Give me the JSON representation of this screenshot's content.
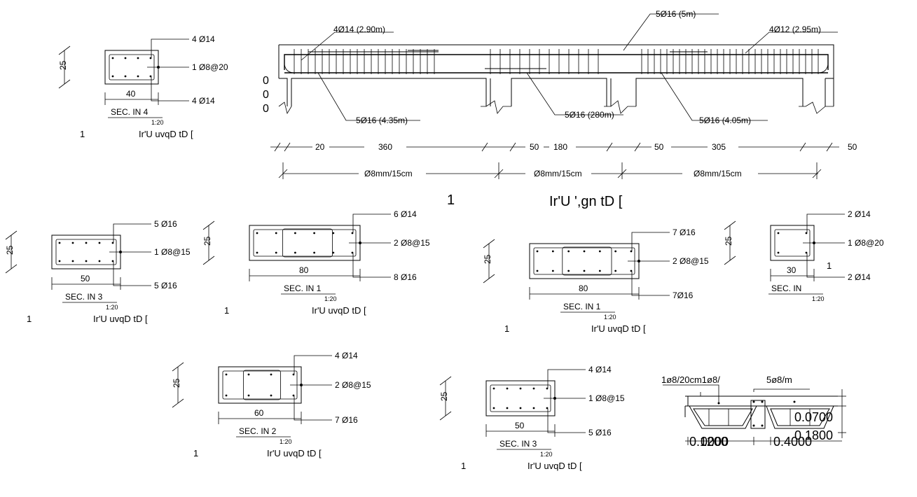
{
  "beam": {
    "top_labels": [
      "4Ø14 (2.90m)",
      "5Ø16 (5m)",
      "4Ø12 (2.95m)"
    ],
    "bottom_labels": [
      "5Ø16 (4.35m)",
      "5Ø16 (280m)",
      "5Ø16 (4.05m)"
    ],
    "dims": [
      "20",
      "360",
      "50",
      "180",
      "50",
      "305",
      "50"
    ],
    "stirrups": [
      "Ø8mm/15cm",
      "Ø8mm/15cm",
      "Ø8mm/15cm"
    ],
    "title_num": "1",
    "title": "Ir'U ',gn tD ["
  },
  "sections": [
    {
      "id": "s4",
      "height": "25",
      "width": "40",
      "top": "4 Ø14",
      "stirrup": "1 Ø8@20",
      "bottom": "4 Ø14",
      "name": "SEC. IN 4",
      "scale": "1:20",
      "num": "1",
      "caption": "Ir'U uvqD tD ["
    },
    {
      "id": "s3a",
      "height": "25",
      "width": "50",
      "top": "5 Ø16",
      "stirrup": "1 Ø8@15",
      "bottom": "5 Ø16",
      "name": "SEC. IN 3",
      "scale": "1:20",
      "num": "1",
      "caption": "Ir'U uvqD tD ["
    },
    {
      "id": "s1a",
      "height": "25",
      "width": "80",
      "top": "6 Ø14",
      "stirrup": "2 Ø8@15",
      "bottom": "8 Ø16",
      "name": "SEC. IN 1",
      "scale": "1:20",
      "num": "1",
      "caption": "Ir'U uvqD tD ["
    },
    {
      "id": "s1b",
      "height": "25",
      "width": "80",
      "top": "7 Ø16",
      "stirrup": "2 Ø8@15",
      "bottom": "7Ø16",
      "name": "SEC. IN 1",
      "scale": "1:20",
      "num": "1",
      "caption": "Ir'U uvqD tD ["
    },
    {
      "id": "s0",
      "height": "25",
      "width": "30",
      "top": "2 Ø14",
      "stirrup": "1 Ø8@20",
      "bottom": "2 Ø14",
      "name": "SEC. IN",
      "scale": "1:20",
      "extra": "1"
    },
    {
      "id": "s2",
      "height": "25",
      "width": "60",
      "top": "4 Ø14",
      "stirrup": "2 Ø8@15",
      "bottom": "7 Ø16",
      "name": "SEC. IN 2",
      "scale": "1:20",
      "num": "1",
      "caption": "Ir'U uvqD tD ["
    },
    {
      "id": "s3b",
      "height": "25",
      "width": "50",
      "top": "4 Ø14",
      "stirrup": "1 Ø8@15",
      "bottom": "5 Ø16",
      "name": "SEC. IN 3",
      "scale": "1:20",
      "num": "1",
      "caption": "Ir'U uvqD tD ["
    }
  ],
  "slab": {
    "labels": [
      "1ø8/20cm1ø8/",
      "5ø8/m"
    ],
    "dims": [
      "0.0700",
      "0.1800",
      "0.1200",
      "0.4000"
    ]
  }
}
